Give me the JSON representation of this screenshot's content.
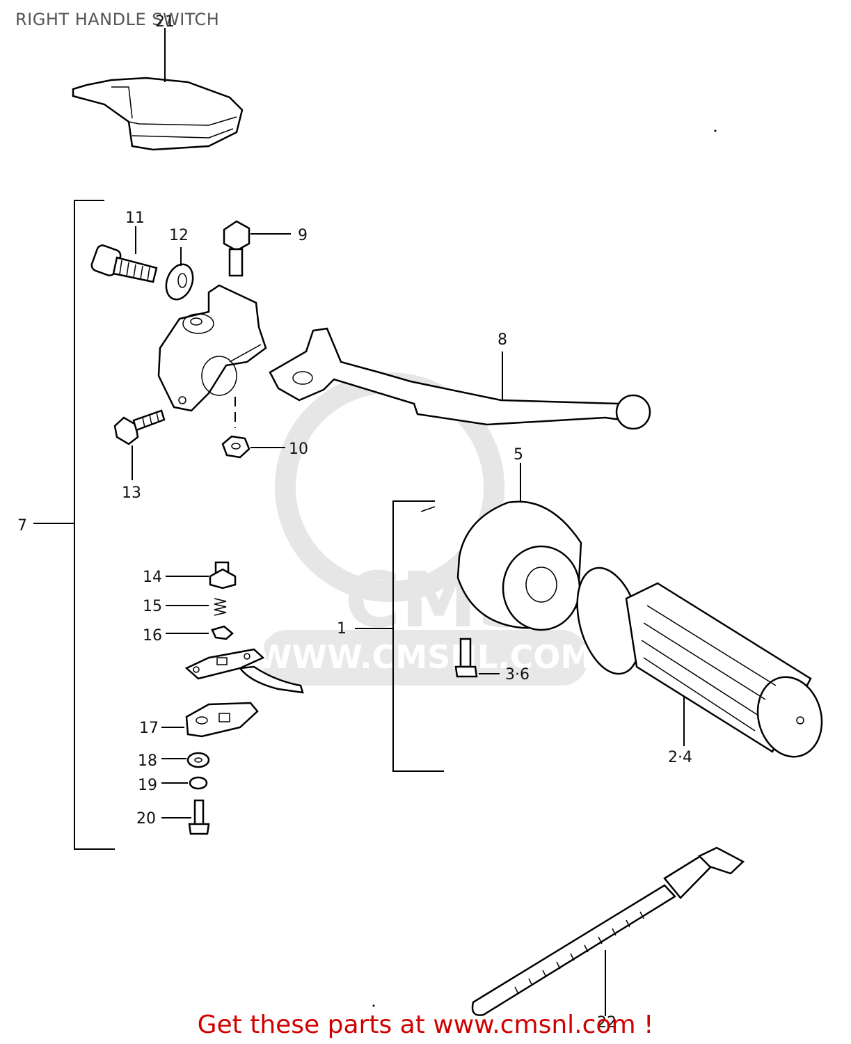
{
  "title": "RIGHT HANDLE SWITCH",
  "watermark": {
    "site": "WWW.CMSNL.COM",
    "logo_text": "CMS",
    "color": "#e6e6e6"
  },
  "footer": {
    "text": "Get these parts at www.cmsnl.com !",
    "color": "#d10000"
  },
  "callouts": {
    "c1": "1",
    "c24": "2·4",
    "c36": "3·6",
    "c5": "5",
    "c7": "7",
    "c8": "8",
    "c9": "9",
    "c10": "10",
    "c11": "11",
    "c12": "12",
    "c13": "13",
    "c14": "14",
    "c15": "15",
    "c16": "16",
    "c17": "17",
    "c18": "18",
    "c19": "19",
    "c20": "20",
    "c21": "21",
    "c22": "22"
  }
}
